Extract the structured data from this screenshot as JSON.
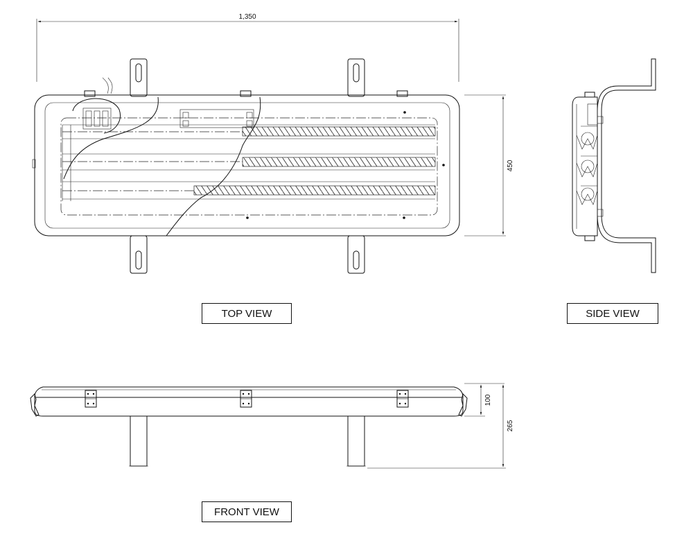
{
  "dimensions": {
    "overall_length": "1,350",
    "height": "450",
    "body_depth": "100",
    "total_depth": "265"
  },
  "view_labels": {
    "top": "TOP VIEW",
    "side": "SIDE VIEW",
    "front": "FRONT VIEW"
  }
}
